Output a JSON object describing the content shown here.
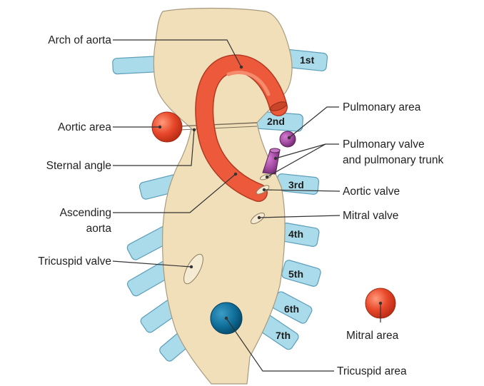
{
  "labels": {
    "arch_of_aorta": "Arch of aorta",
    "aortic_area": "Aortic area",
    "sternal_angle": "Sternal angle",
    "ascending_aorta_line1": "Ascending",
    "ascending_aorta_line2": "aorta",
    "tricuspid_valve": "Tricuspid valve",
    "pulmonary_area": "Pulmonary area",
    "pulmonary_valve_line1": "Pulmonary valve",
    "pulmonary_valve_line2": "and pulmonary trunk",
    "aortic_valve": "Aortic valve",
    "mitral_valve": "Mitral valve",
    "mitral_area": "Mitral area",
    "tricuspid_area": "Tricuspid area"
  },
  "ribs": {
    "r1": "1st",
    "r2": "2nd",
    "r3": "3rd",
    "r4": "4th",
    "r5": "5th",
    "r6": "6th",
    "r7": "7th"
  },
  "colors": {
    "sternum_fill": "#f1dfb9",
    "sternum_stroke": "#a79a80",
    "cartilage_fill": "#a9dbea",
    "aorta_fill": "#ec5a3b",
    "aorta_stroke": "#b23a21",
    "aortic_area_fill": "#e8472a",
    "mitral_area_fill": "#e8472a",
    "pulmonary_area_fill": "#a34ba2",
    "pulmonary_trunk_fill": "#a34ba2",
    "tricuspid_area_fill": "#0f6f9a"
  }
}
